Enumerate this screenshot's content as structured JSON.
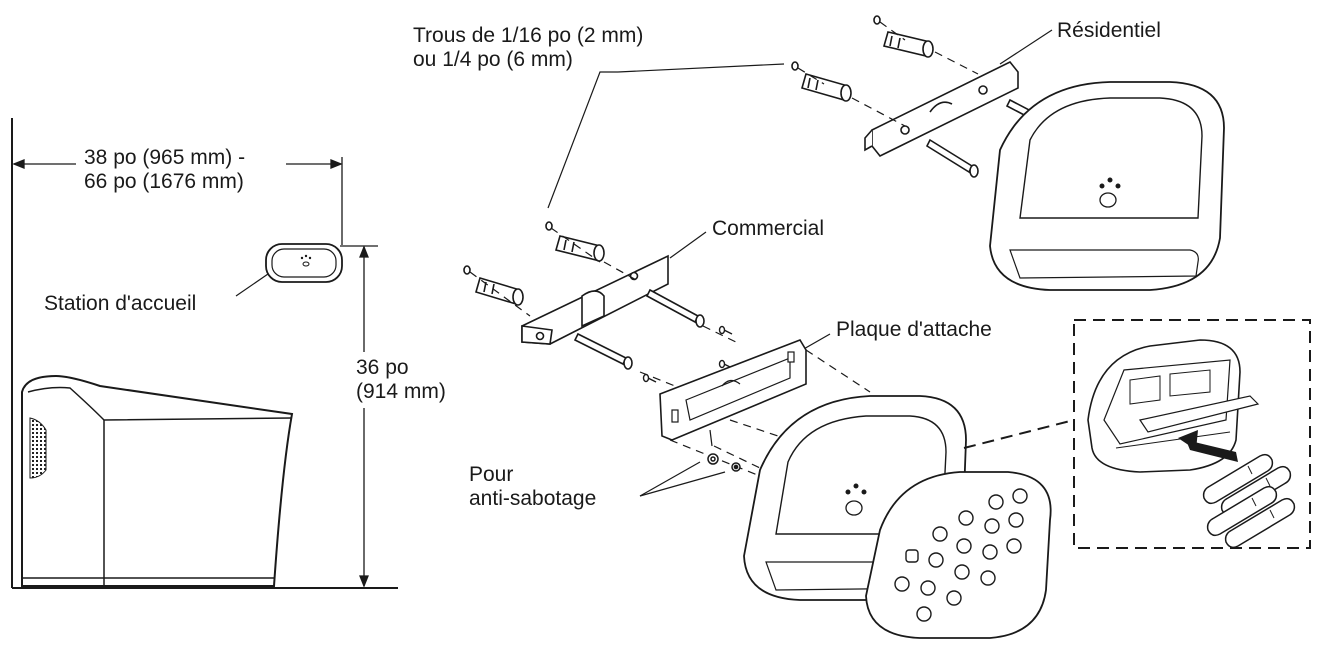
{
  "labels": {
    "holes_line1": "Trous de 1/16 po (2 mm)",
    "holes_line2": "ou 1/4 po (6 mm)",
    "residential": "Résidentiel",
    "width_line1": "38 po (965 mm) -",
    "width_line2": "66 po (1676 mm)",
    "station": "Station d'accueil",
    "commercial": "Commercial",
    "plate": "Plaque d'attache",
    "height_line1": "36 po",
    "height_line2": "(914 mm)",
    "tamper_line1": "Pour",
    "tamper_line2": "anti-sabotage"
  },
  "colors": {
    "line": "#1a1a1a",
    "fill": "#ffffff",
    "shade": "#d9d9d9"
  }
}
